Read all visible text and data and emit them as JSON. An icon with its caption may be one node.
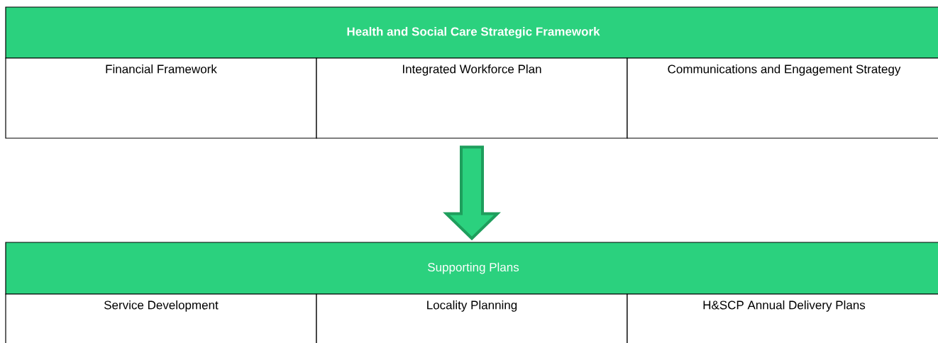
{
  "diagram": {
    "nodes": [
      {
        "text": [
          "Health and Social Care Strategic Framework"
        ]
      },
      {
        "text": [
          "Financial Framework"
        ]
      },
      {
        "text": [
          "Integrated Workforce Plan"
        ]
      },
      {
        "text": [
          "Communications and Engagement Strategy"
        ]
      },
      {
        "text": [
          "Supporting Plans"
        ]
      },
      {
        "text": [
          "Service Development"
        ]
      },
      {
        "text": [
          "Locality Planning"
        ]
      },
      {
        "text": [
          "H&SCP Annual Delivery Plans"
        ]
      }
    ],
    "edges": [
      {
        "from": 2,
        "to": 4,
        "arrow": "to",
        "style": "thick"
      }
    ]
  }
}
